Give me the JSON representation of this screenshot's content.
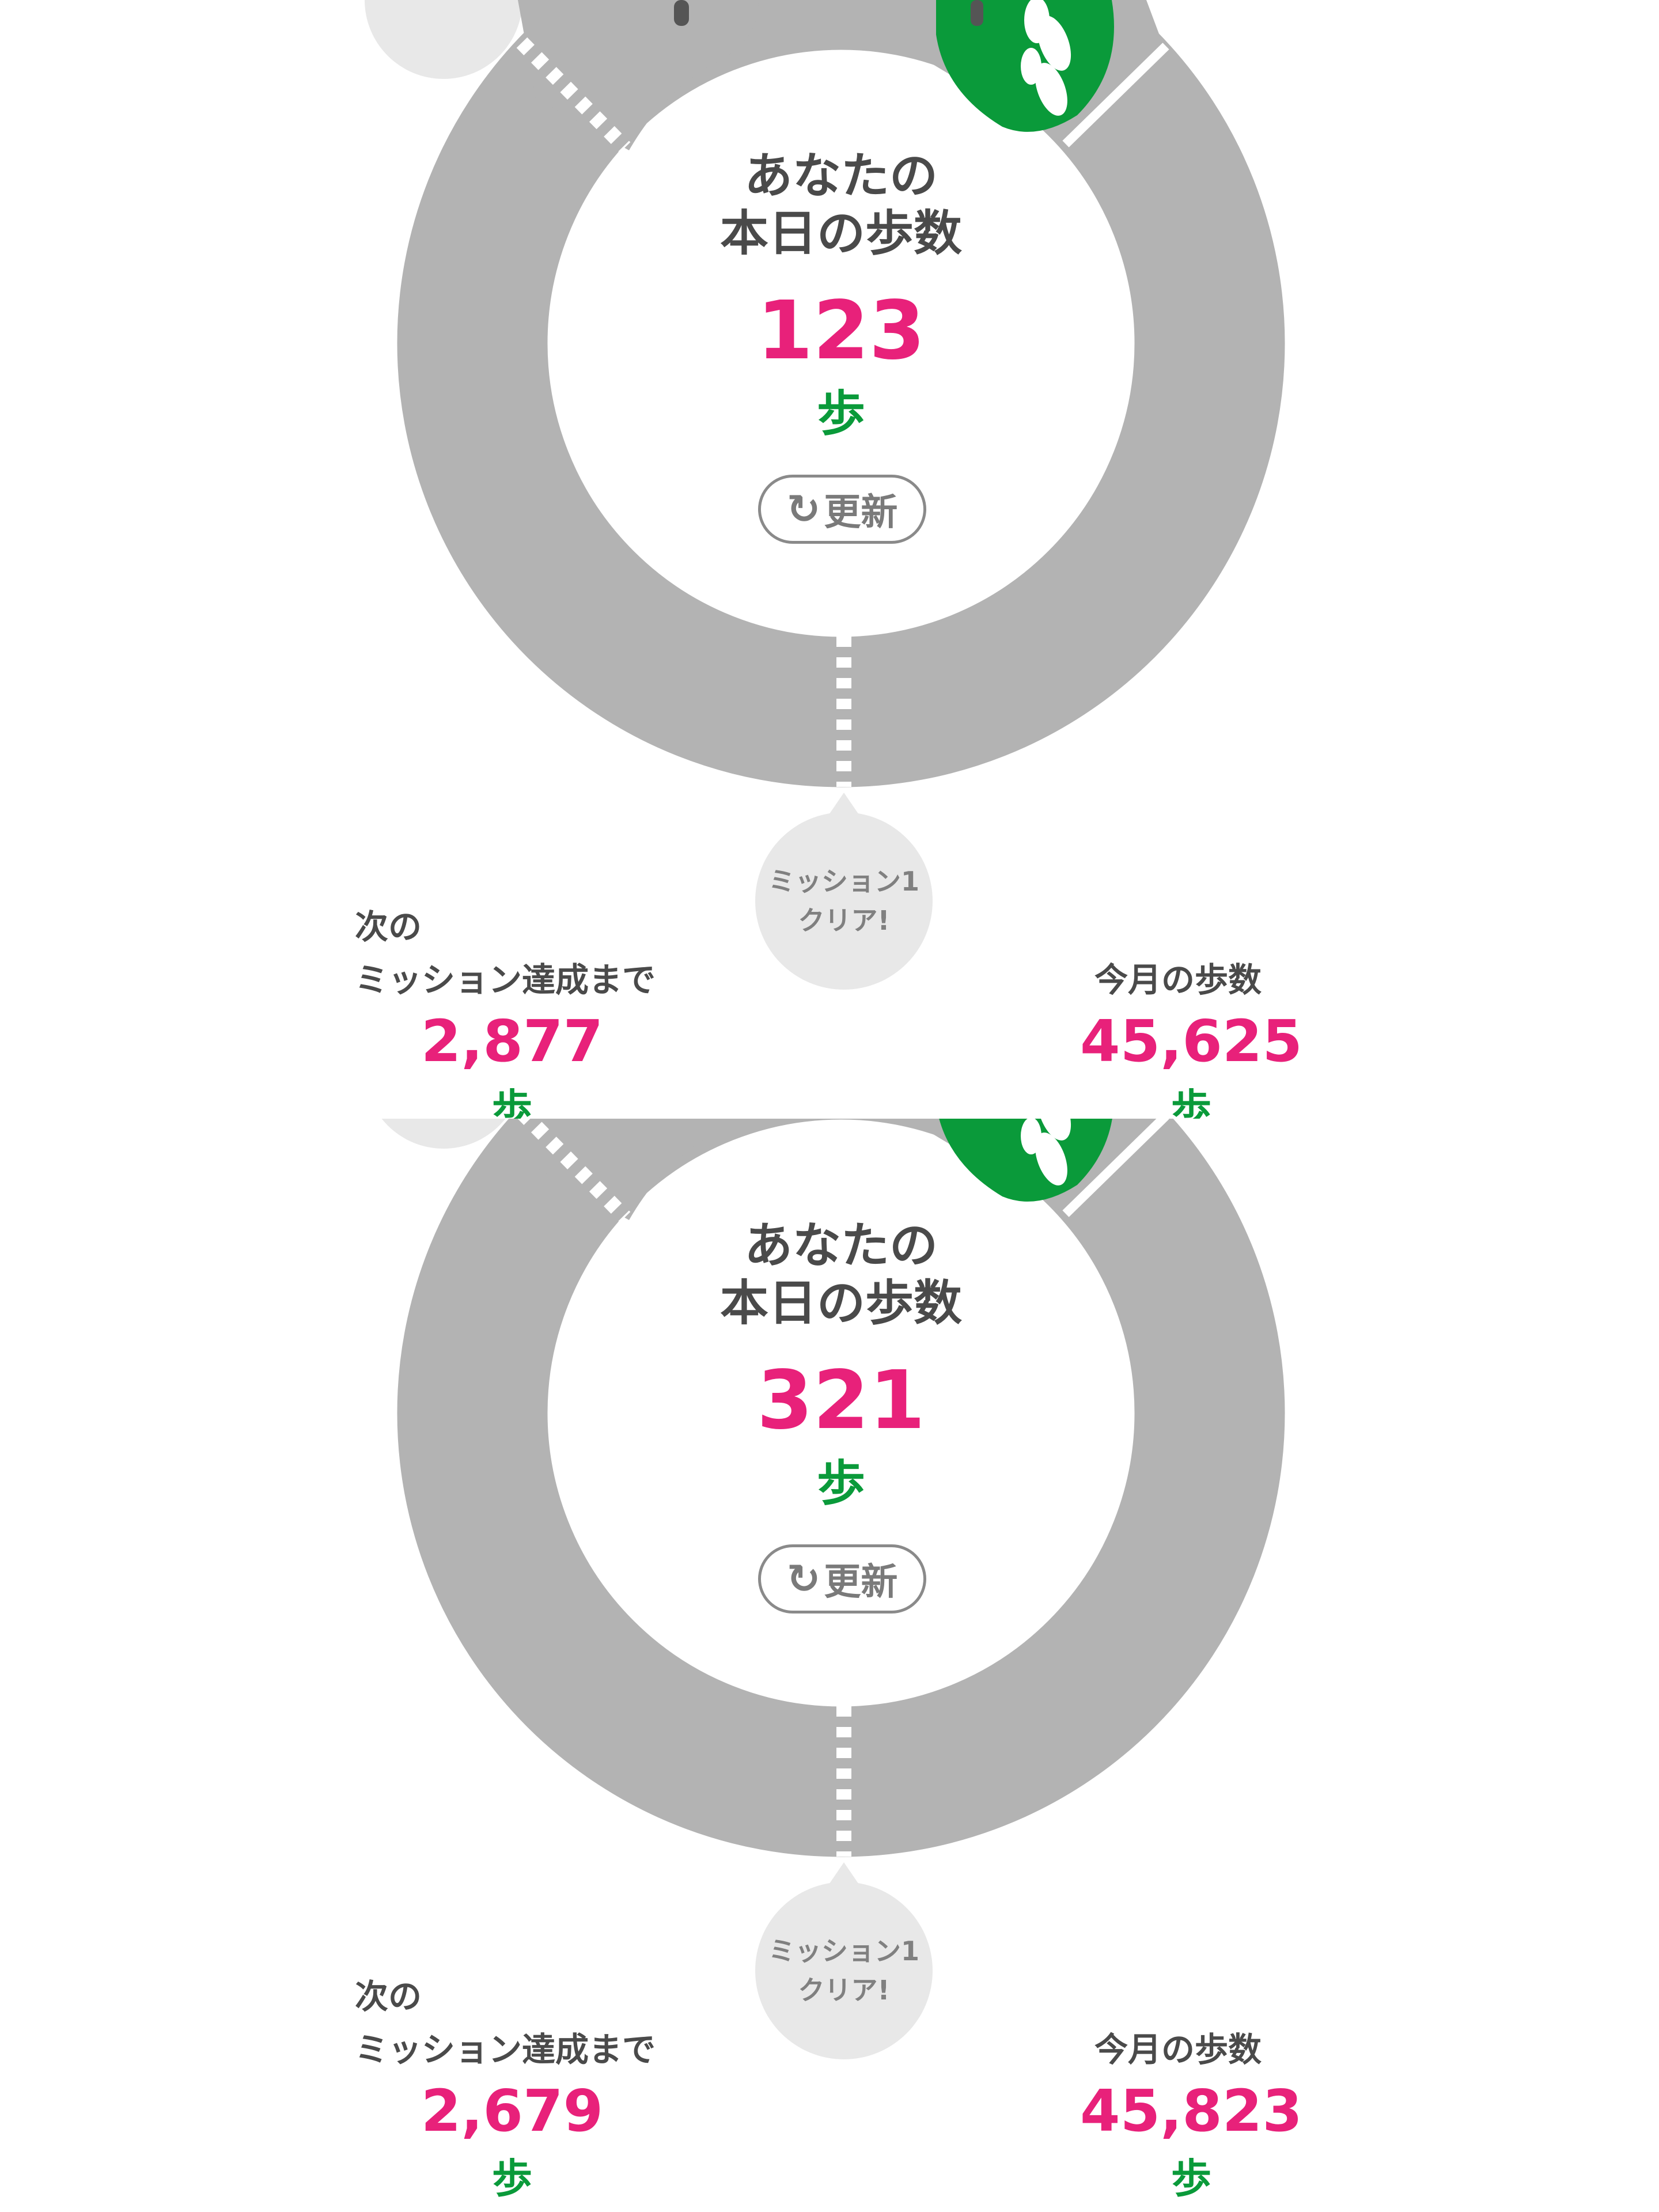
{
  "colors": {
    "accent_pink": "#e8217a",
    "accent_green": "#0a9a3a",
    "track_gray": "#b3b3b3",
    "bubble_gray": "#e8e8e8"
  },
  "panels": [
    {
      "title_line1": "あなたの",
      "title_line2": "本日の歩数",
      "today_steps": "123",
      "unit": "歩",
      "refresh_label": "更新",
      "refresh_icon": "refresh-icon",
      "bubble_line1": "ミッション1",
      "bubble_line2": "クリア!",
      "next_label_line1": "次の",
      "next_label_line2": "ミッション達成まで",
      "next_steps": "2,877",
      "next_unit": "歩",
      "month_label": "今月の歩数",
      "month_steps": "45,625",
      "month_unit": "歩"
    },
    {
      "title_line1": "あなたの",
      "title_line2": "本日の歩数",
      "today_steps": "321",
      "unit": "歩",
      "refresh_label": "更新",
      "refresh_icon": "refresh-icon",
      "bubble_line1": "ミッション1",
      "bubble_line2": "クリア!",
      "next_label_line1": "次の",
      "next_label_line2": "ミッション達成まで",
      "next_steps": "2,679",
      "next_unit": "歩",
      "month_label": "今月の歩数",
      "month_steps": "45,823",
      "month_unit": "歩"
    }
  ]
}
